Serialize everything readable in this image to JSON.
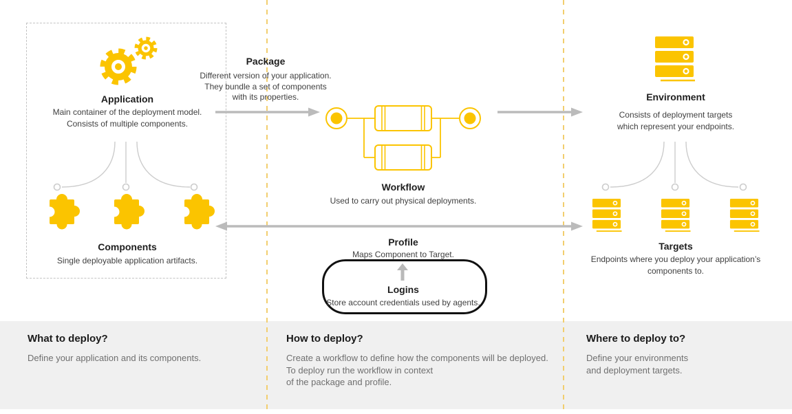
{
  "colors": {
    "brand_yellow": "#FBC400",
    "divider_yellow": "#F2CE6E",
    "arrow_gray": "#BBBBBB",
    "connector_gray": "#CCCCCC",
    "box_border_gray": "#C2C2C2",
    "footer_bg": "#F0F0F0",
    "heading_color": "#1F1F1F",
    "body_color": "#3F3F3F",
    "muted_color": "#6F6F6F"
  },
  "diagram": {
    "application": {
      "title": "Application",
      "description": [
        "Main container of the deployment model.",
        "Consists of multiple components."
      ]
    },
    "components": {
      "title": "Components",
      "description": [
        "Single deployable application artifacts."
      ]
    },
    "package": {
      "title": "Package",
      "description": [
        "Different version of your application.",
        "They bundle a set of components",
        "with its properties."
      ]
    },
    "workflow": {
      "title": "Workflow",
      "description": [
        "Used to carry out physical deployments."
      ]
    },
    "profile": {
      "title": "Profile",
      "description": [
        "Maps Component to Target."
      ]
    },
    "logins": {
      "title": "Logins",
      "description": [
        "Store account credentials used by agents."
      ]
    },
    "environment": {
      "title": "Environment",
      "description": [
        "Consists of deployment targets",
        "which represent your endpoints."
      ]
    },
    "targets": {
      "title": "Targets",
      "description": [
        "Endpoints where you deploy your application’s",
        "components to."
      ]
    }
  },
  "footer": {
    "what": {
      "title": "What to deploy?",
      "lines": [
        "Define your application and its components."
      ]
    },
    "how": {
      "title": "How to deploy?",
      "lines": [
        "Create a workflow to define how the components will be deployed.",
        "To deploy run the workflow in context",
        "of the package and profile."
      ]
    },
    "where": {
      "title": "Where to deploy to?",
      "lines": [
        "Define your environments",
        "and deployment targets."
      ]
    }
  },
  "icons": {
    "application": "gears-icon",
    "components": "puzzle-piece-icon",
    "workflow": "workflow-diagram-icon",
    "environment": "server-stack-icon",
    "targets": "server-stack-icon",
    "connectors": "branch-connector",
    "arrows": "flow-arrow"
  }
}
